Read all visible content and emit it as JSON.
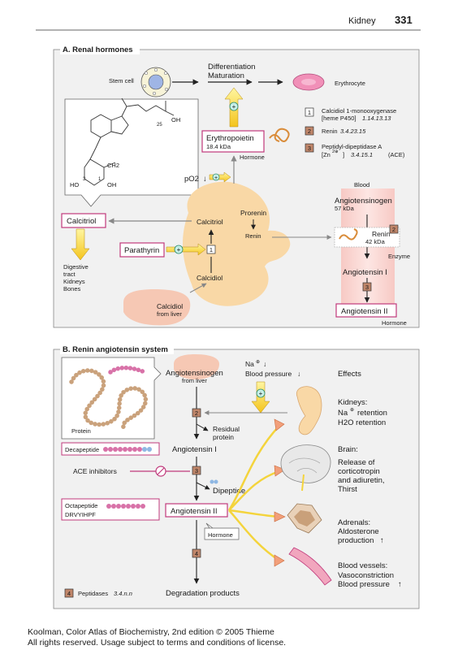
{
  "header": {
    "chapter": "Kidney",
    "page": "331"
  },
  "sectionA": {
    "title": "A. Renal hormones",
    "stem_cell": "Stem cell",
    "differentiation": "Differentiation",
    "maturation": "Maturation",
    "erythrocyte": "Erythrocyte",
    "erythropoietin": "Erythropoietin",
    "erythropoietin_mass": "18.4 kDa",
    "hormone_label": "Hormone",
    "po2": "pO2",
    "calcitriol_box": "Calcitriol",
    "calcitriol_kidney": "Calcitriol",
    "calcidiol_kidney": "Calcidiol",
    "calcidiol_liver": "Calcidiol",
    "from_liver": "from liver",
    "parathyrin": "Parathyrin",
    "prorenin": "Prorenin",
    "renin_small": "Renin",
    "targets": [
      "Digestive",
      "tract",
      "Kidneys",
      "Bones"
    ],
    "blood": "Blood",
    "angiotensinogen": "Angiotensinogen",
    "angiotensinogen_mass": "57 kDa",
    "renin": "Renin",
    "renin_mass": "42 kDa",
    "enzyme": "Enzyme",
    "angiotensin1": "Angiotensin I",
    "angiotensin2": "Angiotensin II",
    "hormone_bottom": "Hormone",
    "molecule": {
      "oh": "OH",
      "ho": "HO",
      "oh2": "OH",
      "ch2": "CH2",
      "n25": "25",
      "n1": "1",
      "n3": "3"
    },
    "legend": [
      {
        "num": "1",
        "line1": "Calcidiol 1-monooxygenase",
        "line2": "[heme P450]",
        "ec": "1.14.13.13"
      },
      {
        "num": "2",
        "line1": "Renin",
        "ec": "3.4.23.15"
      },
      {
        "num": "3",
        "line1": "Peptidyl-dipeptidase A",
        "line2": "[Zn",
        "ec": "3.4.15.1",
        "tail": "(ACE)"
      }
    ]
  },
  "sectionB": {
    "title": "B. Renin angiotensin system",
    "protein": "Protein",
    "angiotensinogen": "Angiotensinogen",
    "from_liver": "from liver",
    "na": "Na",
    "blood_pressure": "Blood pressure",
    "residual1": "Residual",
    "residual2": "protein",
    "angiotensin1": "Angiotensin I",
    "decapeptide": "Decapeptide",
    "ace_inhibitors": "ACE inhibitors",
    "dipeptide": "Dipeptide",
    "octapeptide": "Octapeptide",
    "octa_seq": "DRVYIHPF",
    "angiotensin2": "Angiotensin II",
    "hormone": "Hormone",
    "degradation": "Degradation products",
    "peptidases": "Peptidases",
    "peptidases_ec": "3.4.n.n",
    "effects": "Effects",
    "kidneys": "Kidneys:",
    "na_retention": "retention",
    "h2o_retention": "H2O retention",
    "brain": "Brain:",
    "brain_l1": "Release of",
    "brain_l2": "corticotropin",
    "brain_l3": "and adiuretin,",
    "brain_l4": "Thirst",
    "adrenals": "Adrenals:",
    "adrenals_l1": "Aldosterone",
    "adrenals_l2": "production",
    "vessels": "Blood vessels:",
    "vessels_l1": "Vasoconstriction",
    "vessels_l2": "Blood pressure"
  },
  "footer": {
    "line1": "Koolman, Color Atlas of Biochemistry, 2nd edition © 2005 Thieme",
    "line2": "All rights reserved. Usage subject to terms and conditions of license."
  }
}
